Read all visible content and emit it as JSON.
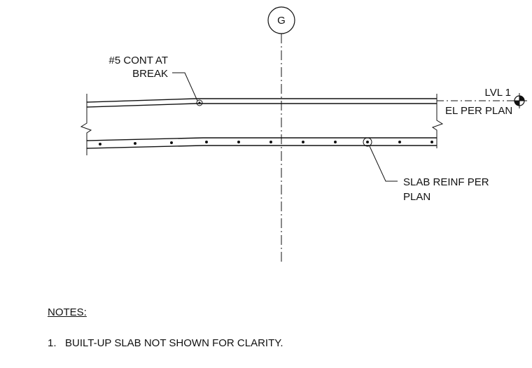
{
  "grid_line": {
    "label": "G"
  },
  "labels": {
    "cont_bar": [
      "#5 CONT AT",
      "BREAK"
    ],
    "level": "LVL 1",
    "elevation": "EL PER PLAN",
    "slab_reinf": [
      "SLAB REINF PER",
      "PLAN"
    ]
  },
  "notes": {
    "title": "NOTES:",
    "items": [
      {
        "number": "1.",
        "text": "BUILT-UP SLAB NOT SHOWN FOR CLARITY."
      }
    ]
  },
  "colors": {
    "line": "#111111",
    "background": "#ffffff"
  }
}
